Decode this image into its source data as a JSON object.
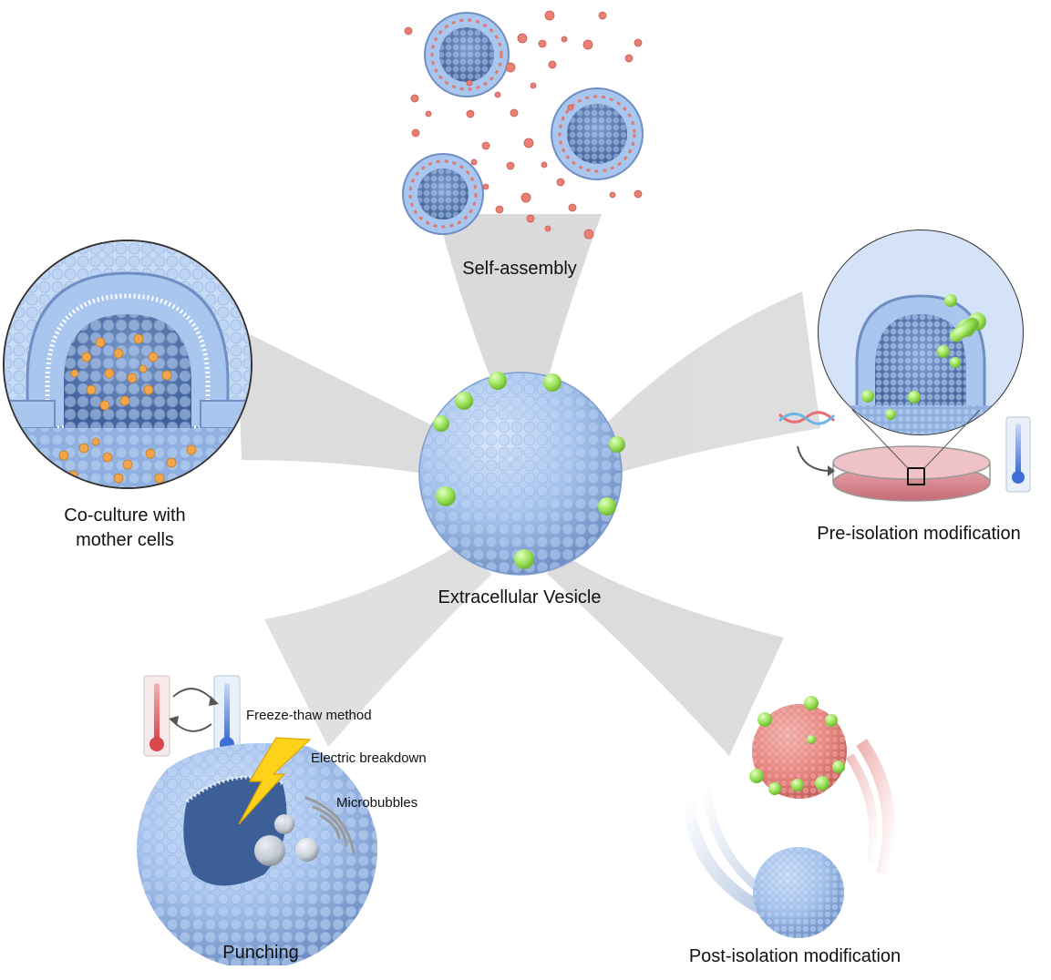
{
  "labels": {
    "center": "Extracellular Vesicle",
    "self_assembly": "Self-assembly",
    "pre_isolation": "Pre-isolation modification",
    "co_culture_line1": "Co-culture with",
    "co_culture_line2": "mother cells",
    "punching": "Punching",
    "post_isolation": "Post-isolation modification",
    "freeze_thaw": "Freeze-thaw method",
    "electric_breakdown": "Electric breakdown",
    "microbubbles": "Microbubbles"
  },
  "colors": {
    "vesicle_blue": "#a9c6ef",
    "vesicle_blue_dark": "#6f8fc4",
    "protein_green": "#9be25a",
    "cargo_orange": "#f2a54a",
    "cargo_salmon": "#ea7f73",
    "modified_pink": "#ec8a86",
    "beam_gray": "#cfcfcf",
    "lightning_yellow": "#ffd21a"
  }
}
